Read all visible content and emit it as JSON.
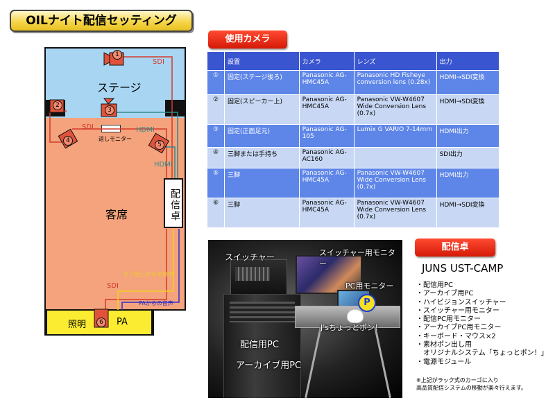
{
  "title": "OILナイト配信セッティング",
  "plan": {
    "stage_label": "ステージ",
    "audience_label": "客席",
    "monitor_label": "返しモニター",
    "haishin_label": "配信卓",
    "lighting_label": "照明",
    "pa_label": "PA",
    "sdi_label": "SDI",
    "hdmi_label": "HDMI",
    "pon_audio_label": "ポン出しからの音声",
    "pa_audio_label": "PAからの音声",
    "cameras": [
      "1",
      "2",
      "3",
      "4",
      "5",
      "6"
    ]
  },
  "camera_section": {
    "header": "使用カメラ",
    "columns": [
      "",
      "設置",
      "カメラ",
      "レンズ",
      "出力"
    ],
    "rows": [
      {
        "num": "①",
        "setting": "固定(ステージ後ろ)",
        "camera": "Panasonic AG-HMC45A",
        "lens": "Panasonic HD Fisheye conversion lens (0.28x)",
        "output": "HDMI→SDI変換"
      },
      {
        "num": "②",
        "setting": "固定(スピーカー上)",
        "camera": "Panasonic AG-HMC45A",
        "lens": "Panasonic VW-W4607 Wide Conversion Lens (0.7x)",
        "output": "HDMI→SDI変換"
      },
      {
        "num": "③",
        "setting": "固定(正面足元)",
        "camera": "Panasonic AG-105",
        "lens": "Lumix G VARIO 7-14mm",
        "output": "HDMI出力"
      },
      {
        "num": "④",
        "setting": "三脚または手持ち",
        "camera": "Panasonic AG-AC160",
        "lens": "",
        "output": "SDI出力"
      },
      {
        "num": "⑤",
        "setting": "三脚",
        "camera": "Panasonic AG-HMC45A",
        "lens": "Panasonic VW-W4607 Wide Conversion Lens (0.7x)",
        "output": "HDMI出力"
      },
      {
        "num": "⑥",
        "setting": "三脚",
        "camera": "Panasonic AG-HMC45A",
        "lens": "Panasonic VW-W4607 Wide Conversion Lens (0.7x)",
        "output": "HDMI→SDI変換"
      }
    ]
  },
  "photo": {
    "switcher": "スイッチャー",
    "switcher_monitor": "スイッチャー用モニター",
    "pc_monitor": "PC用モニター",
    "chotto_pon": "J'sちょっとポン！",
    "broadcast_pc": "配信用PC",
    "archive_pc": "アーカイブ用PC",
    "logo_letter": "P"
  },
  "haishin_section": {
    "header": "配信卓",
    "title": "JUNS UST-CAMP",
    "items": [
      "・配信用PC",
      "・アーカイブ用PC",
      "・ハイビジョンスイッチャー",
      "・スイッチャー用モニター",
      "・配信PC用モニター",
      "・アーカイブPC用モニター",
      "・キーボード・マウス×2",
      "・素材ポン出し用",
      "　オリジナルシステム「ちょっとポン！」",
      "・電源モジュール"
    ],
    "note_line1": "※上記がラック式のカーゴに入り",
    "note_line2": "高品質配信システムの移動が楽々行えます。"
  },
  "colors": {
    "stage": "#a8d6f2",
    "audience": "#f4a37c",
    "bottom_area": "#fbec32",
    "sdi_line": "#d43a2a",
    "hdmi_line": "#2f8a8a",
    "audio_line": "#2e2ec8",
    "header_red": "#d41a08",
    "table_header": "#3a55d0"
  }
}
